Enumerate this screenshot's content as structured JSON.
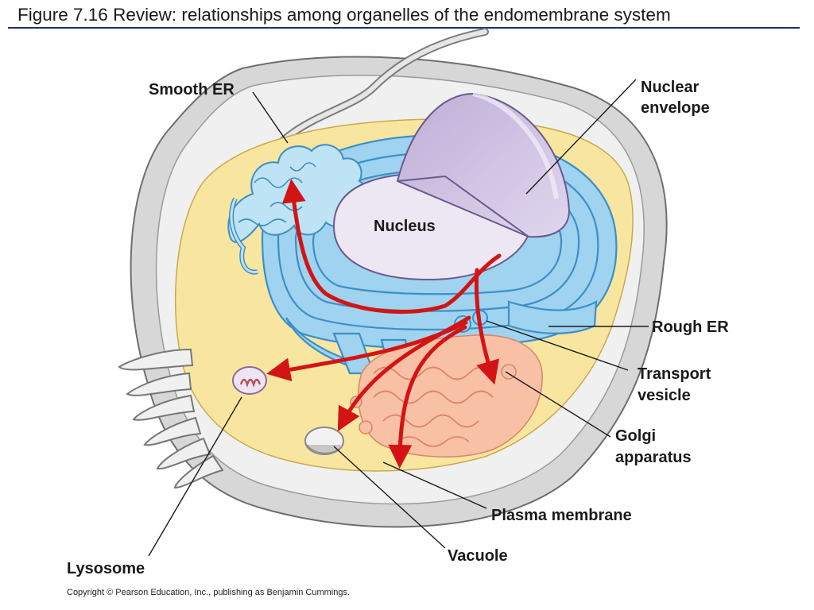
{
  "title": "Figure 7.16  Review: relationships among organelles of the endomembrane system",
  "labels": {
    "smooth_er": "Smooth ER",
    "nuclear_envelope_1": "Nuclear",
    "nuclear_envelope_2": "envelope",
    "nucleus": "Nucleus",
    "rough_er": "Rough ER",
    "transport_vesicle_1": "Transport",
    "transport_vesicle_2": "vesicle",
    "golgi_1": "Golgi",
    "golgi_2": "apparatus",
    "plasma_membrane": "Plasma membrane",
    "vacuole": "Vacuole",
    "lysosome": "Lysosome"
  },
  "copyright": "Copyright © Pearson Education, Inc., publishing as Benjamin Cummings.",
  "colors": {
    "cytoplasm": "#f8e6a0",
    "er": "#9fd3ef",
    "nucleus": "#c7b6dc",
    "golgi": "#f8c1a6",
    "arrows": "#d41414",
    "title_rule": "#1f2f6b"
  }
}
